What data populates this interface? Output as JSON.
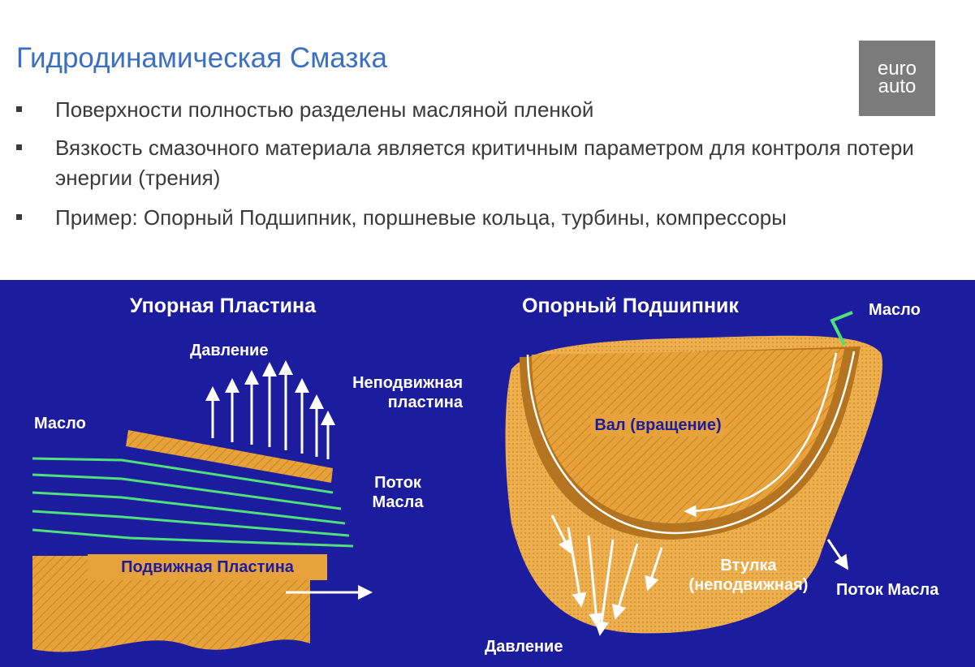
{
  "title": "Гидродинамическая Смазка",
  "bullets": [
    "Поверхности полностью разделены масляной пленкой",
    "Вязкость смазочного материала является критичным параметром для контроля потери энергии  (трения)",
    "Пример:  Опорный Подшипник, поршневые кольца, турбины, компрессоры"
  ],
  "logo": {
    "line1": "euro",
    "line2": "auto"
  },
  "left_diagram": {
    "title": "Упорная Пластина",
    "pressure": "Давление",
    "fixed_plate": "Неподвижная пластина",
    "oil": "Масло",
    "oil_flow": "Поток Масла",
    "moving_plate": "Подвижная Пластина"
  },
  "right_diagram": {
    "title": "Опорный Подшипник",
    "oil": "Масло",
    "shaft": "Вал (вращение)",
    "bushing": "Втулка (неподвижная)",
    "oil_flow": "Поток Масла",
    "pressure": "Давление"
  },
  "colors": {
    "panel": "#1c1c9e",
    "orange": "#e8a23c",
    "flow": "#4fe07a",
    "title": "#3b6fc1"
  }
}
